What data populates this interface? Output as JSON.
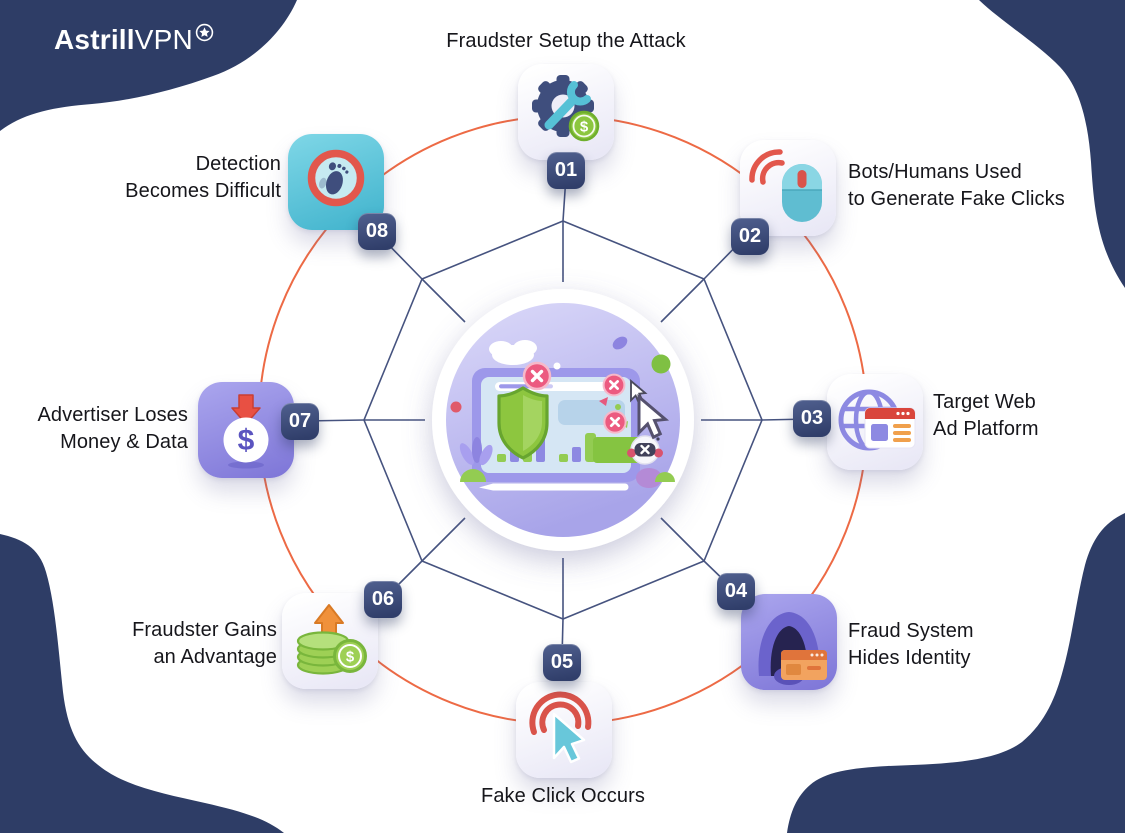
{
  "brand": {
    "logo_bold": "Astrill",
    "logo_regular": "VPN",
    "logo_mark": "star-in-circle-icon"
  },
  "diagram": {
    "subject": "click-fraud-attack-cycle",
    "center_illustration": "browser-window-with-shield-bars-fake-click-warnings",
    "steps": [
      {
        "number": "01",
        "lines": [
          "Fraudster Setup the Attack"
        ],
        "icon": "gear-wrench-dollar-icon"
      },
      {
        "number": "02",
        "lines": [
          "Bots/Humans Used",
          "to Generate Fake Clicks"
        ],
        "icon": "mouse-click-signal-icon"
      },
      {
        "number": "03",
        "lines": [
          "Target Web",
          "Ad Platform"
        ],
        "icon": "globe-ad-window-icon"
      },
      {
        "number": "04",
        "lines": [
          "Fraud System",
          "Hides Identity"
        ],
        "icon": "hooded-hacker-icon"
      },
      {
        "number": "05",
        "lines": [
          "Fake Click Occurs"
        ],
        "icon": "cursor-click-icon"
      },
      {
        "number": "06",
        "lines": [
          "Fraudster Gains",
          "an Advantage"
        ],
        "icon": "money-stack-growth-icon"
      },
      {
        "number": "07",
        "lines": [
          "Advertiser Loses",
          "Money & Data"
        ],
        "icon": "dollar-drop-icon"
      },
      {
        "number": "08",
        "lines": [
          "Detection",
          "Becomes Difficult"
        ],
        "icon": "footprint-ring-icon"
      }
    ]
  },
  "colors": {
    "corner_blob": "#2e3d66",
    "web_line": "#46537f",
    "orange_ring": "#ed6a45",
    "badge_navy": "#36446f",
    "label_text": "#16161b",
    "accent_green": "#8dc63f",
    "accent_cyan": "#5ec5d9",
    "accent_purple": "#8d89e2",
    "accent_red": "#e2574c"
  }
}
